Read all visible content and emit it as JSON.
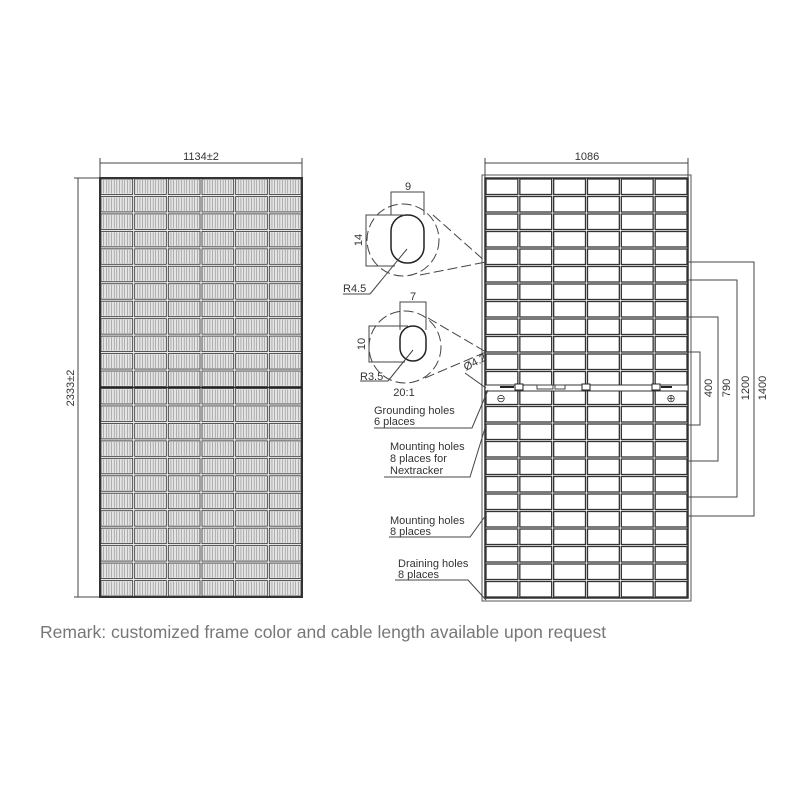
{
  "front_view": {
    "width_label": "1134±2",
    "height_label": "2333±2",
    "columns": 6,
    "rows_per_half": 12
  },
  "rear_view": {
    "width_label": "1086",
    "columns": 6,
    "rows_per_half": 12,
    "dimensions": [
      "400",
      "790",
      "1200",
      "1400"
    ],
    "polarity_negative": "⊖",
    "polarity_positive": "⊕"
  },
  "details": {
    "slot1_width": "9",
    "slot1_height": "14",
    "slot1_radius": "R4.5",
    "slot2_width": "7",
    "slot2_height": "10",
    "slot2_radius": "R3.5",
    "scale": "20:1",
    "hole_diameter": "Ø4.2"
  },
  "callouts": [
    {
      "line1": "Grounding holes",
      "line2": "6 places",
      "line3": ""
    },
    {
      "line1": "Mounting holes",
      "line2": "8 places for",
      "line3": "Nextracker"
    },
    {
      "line1": "Mounting holes",
      "line2": "8 places",
      "line3": ""
    },
    {
      "line1": "Draining holes",
      "line2": "8 places",
      "line3": ""
    }
  ],
  "remark": "Remark: customized frame color and cable length available upon request"
}
